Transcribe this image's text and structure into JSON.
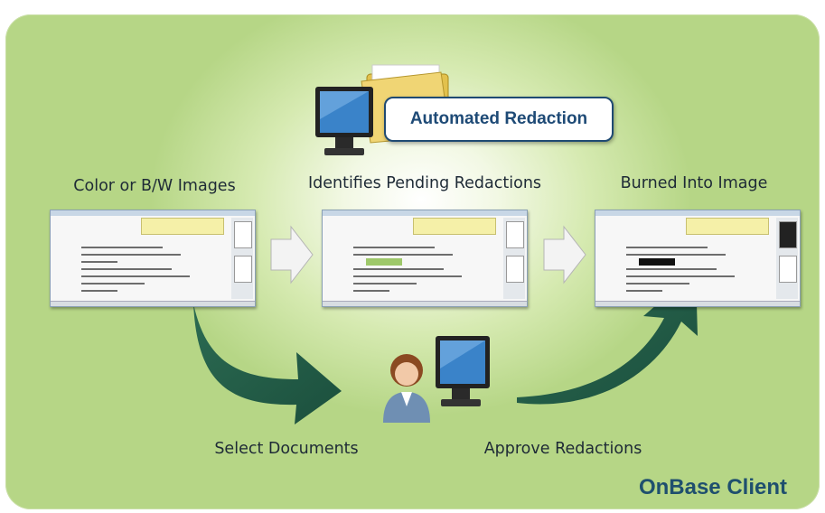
{
  "labels": {
    "color_bw_images": "Color or B/W Images",
    "identifies_pending": "Identifies Pending Redactions",
    "burned_into_image": "Burned Into Image",
    "select_documents": "Select Documents",
    "approve_redactions": "Approve Redactions",
    "automated_redaction": "Automated Redaction",
    "brand": "OnBase Client"
  },
  "colors": {
    "panel_green": "#b6d686",
    "brand_blue": "#1f4f6e",
    "dark_arrow": "#1f5c45"
  },
  "icons": [
    "computer-monitor-icon",
    "folder-icon",
    "person-icon",
    "arrow-right-icon",
    "curved-arrow-icon"
  ]
}
